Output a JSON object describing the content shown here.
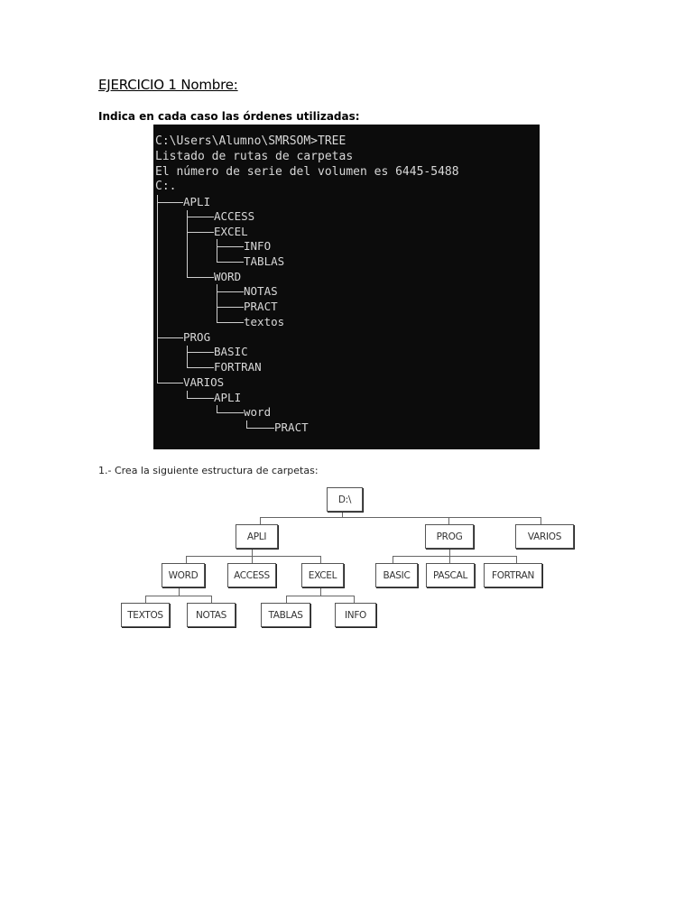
{
  "document": {
    "title": "EJERCICIO 1 Nombre:",
    "subtitle": "Indica en cada caso las órdenes utilizadas:",
    "step1": "1.- Crea la siguiente estructura de carpetas:"
  },
  "terminal": {
    "background": "#0c0c0c",
    "lines": [
      "C:\\Users\\Alumno\\SMRSOM>TREE",
      "Listado de rutas de carpetas",
      "El número de serie del volumen es 6445-5488",
      "C:."
    ],
    "tree": {
      "apli": "APLI",
      "access": "ACCESS",
      "excel": "EXCEL",
      "info": "INFO",
      "tablas": "TABLAS",
      "word": "WORD",
      "notas": "NOTAS",
      "pract": "PRACT",
      "textos": "textos",
      "prog": "PROG",
      "basic": "BASIC",
      "fortran": "FORTRAN",
      "varios": "VARIOS",
      "varios_apli": "APLI",
      "varios_word": "word",
      "varios_pract": "PRACT"
    }
  },
  "diagram": {
    "root": "D:\\",
    "apli": "APLI",
    "prog": "PROG",
    "varios": "VARIOS",
    "word": "WORD",
    "access": "ACCESS",
    "excel": "EXCEL",
    "basic": "BASIC",
    "pascal": "PASCAL",
    "fortran": "FORTRAN",
    "textos": "TEXTOS",
    "notas": "NOTAS",
    "tablas": "TABLAS",
    "info": "INFO"
  }
}
